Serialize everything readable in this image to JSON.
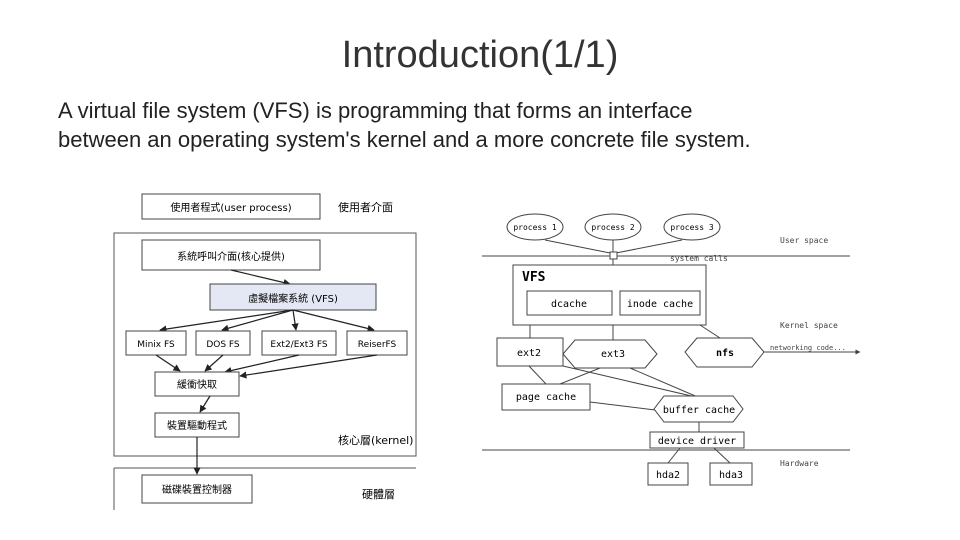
{
  "slide": {
    "title": "Introduction(1/1)",
    "body_line1": "A virtual file system (VFS) is programming that forms an interface",
    "body_line2": "between an operating system's kernel and a more concrete file system."
  },
  "left_diagram": {
    "user_process": "使用者程式(user process)",
    "user_layer": "使用者介面",
    "syscall": "系統呼叫介面(核心提供)",
    "vfs": "虛擬檔案系統 (VFS)",
    "fs": [
      "Minix FS",
      "DOS FS",
      "Ext2/Ext3 FS",
      "ReiserFS"
    ],
    "buffer": "緩衝快取",
    "driver": "裝置驅動程式",
    "kernel_layer": "核心層(kernel)",
    "controller": "磁碟裝置控制器",
    "hardware_layer": "硬體層"
  },
  "right_diagram": {
    "processes": [
      "process 1",
      "process 2",
      "process 3"
    ],
    "user_space": "User space",
    "system_calls": "system calls",
    "vfs": "VFS",
    "dcache": "dcache",
    "inode_cache": "inode cache",
    "kernel_space": "Kernel space",
    "ext2": "ext2",
    "ext3": "ext3",
    "nfs": "nfs",
    "networking": "networking code...",
    "page_cache": "page cache",
    "buffer_cache": "buffer cache",
    "device_driver": "device driver",
    "hardware": "Hardware",
    "disks": [
      "hda2",
      "hda3"
    ]
  }
}
